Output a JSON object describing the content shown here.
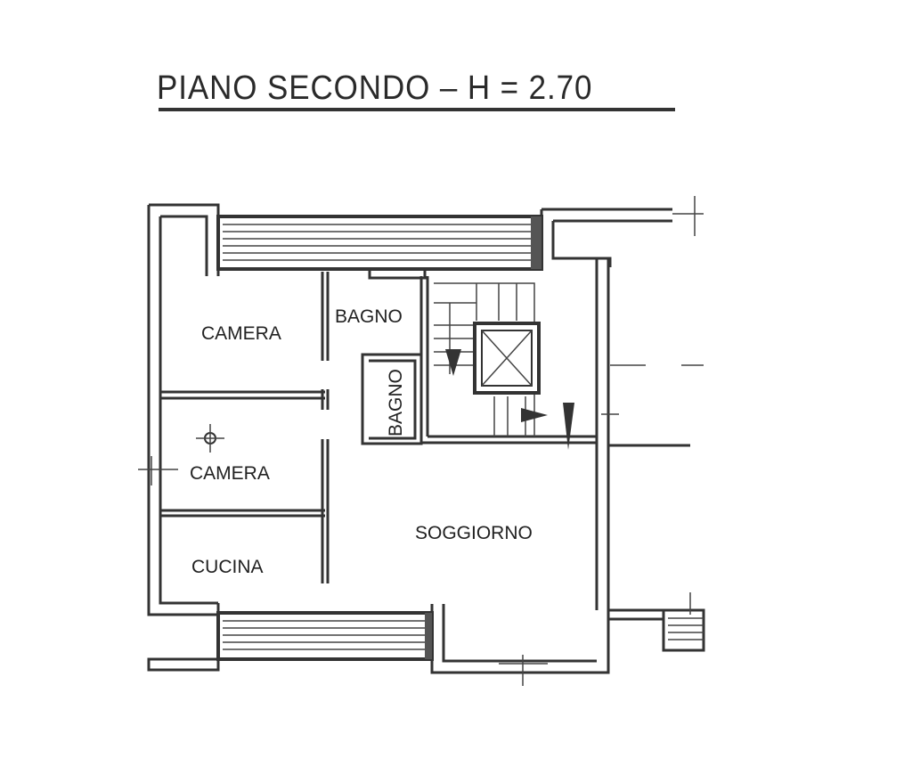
{
  "title": "PIANO SECONDO – H = 2.70",
  "rooms": {
    "camera_1": "CAMERA",
    "bagno_1": "BAGNO",
    "bagno_2": "BAGNO",
    "camera_2": "CAMERA",
    "cucina": "CUCINA",
    "soggiorno": "SOGGIORNO"
  },
  "colors": {
    "ink": "#333333",
    "paper": "#ffffff"
  }
}
